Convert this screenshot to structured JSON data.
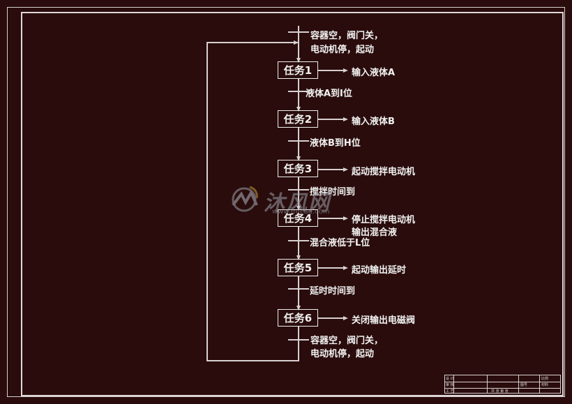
{
  "start": {
    "line1": "容器空，阀门关，",
    "line2": "电动机停，起动"
  },
  "tasks": [
    {
      "label": "任务1",
      "output": [
        "输入液体A"
      ]
    },
    {
      "label": "任务2",
      "output": [
        "输入液体B"
      ]
    },
    {
      "label": "任务3",
      "output": [
        "起动搅拌电动机"
      ]
    },
    {
      "label": "任务4",
      "output": [
        "停止搅拌电动机",
        "输出混合液"
      ]
    },
    {
      "label": "任务5",
      "output": [
        "起动输出延时"
      ]
    },
    {
      "label": "任务6",
      "output": [
        "关闭输出电磁阀"
      ]
    }
  ],
  "transitions": [
    "液体A到I位",
    "液体B到H位",
    "搅拌时间到",
    "混合液低于L位",
    "延时时间到"
  ],
  "end": {
    "line1": "容器空，阀门关，",
    "line2": "电动机停，起动"
  },
  "watermark": {
    "name": "沐风网",
    "url": "www.mfcad.com"
  },
  "title_block": {
    "row1": [
      "设 计",
      "",
      "",
      "",
      "比例"
    ],
    "row2": [
      "审 核",
      "",
      "",
      "图号",
      "材料"
    ],
    "row3": [
      "工 艺",
      "",
      "",
      "共 张 第 张",
      ""
    ]
  }
}
